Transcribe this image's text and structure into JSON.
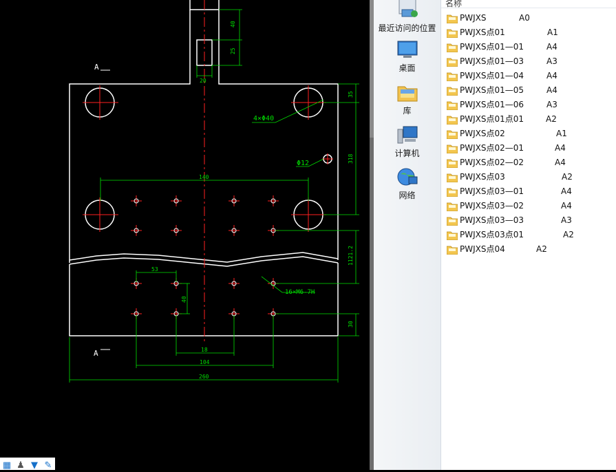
{
  "cad": {
    "section_label_top": "A",
    "section_label_bottom": "A",
    "dims": {
      "d40": "40",
      "d25": "25",
      "d20": "20",
      "d35": "35",
      "d140": "140",
      "d318": "318",
      "d1121": "1121.2",
      "d53": "53",
      "d40b": "40",
      "d18": "18",
      "d104": "104",
      "d30": "30",
      "d260": "260"
    },
    "annotations": {
      "holes_4": "4×Φ40",
      "hole_12": "Φ12",
      "tapped": "16×M6-7H"
    },
    "colors": {
      "outline": "#ffffff",
      "center": "#ff2020",
      "dimension": "#00e000"
    }
  },
  "nav": {
    "items": [
      {
        "label": "最近访问的位置",
        "icon": "recent-places-icon"
      },
      {
        "label": "桌面",
        "icon": "desktop-icon"
      },
      {
        "label": "库",
        "icon": "library-icon"
      },
      {
        "label": "计算机",
        "icon": "computer-icon"
      },
      {
        "label": "网络",
        "icon": "network-icon"
      }
    ]
  },
  "files": {
    "header": "名称",
    "rows": [
      {
        "name": "PWJXS",
        "size": "A0"
      },
      {
        "name": "PWJXS点01",
        "size": "A1"
      },
      {
        "name": "PWJXS点01—01",
        "size": "A4"
      },
      {
        "name": "PWJXS点01—03",
        "size": "A3"
      },
      {
        "name": "PWJXS点01—04",
        "size": "A4"
      },
      {
        "name": "PWJXS点01—05",
        "size": "A4"
      },
      {
        "name": "PWJXS点01—06",
        "size": "A3"
      },
      {
        "name": "PWJXS点01点01",
        "size": "A2"
      },
      {
        "name": "PWJXS点02",
        "size": "A1"
      },
      {
        "name": "PWJXS点02—01",
        "size": "A4"
      },
      {
        "name": "PWJXS点02—02",
        "size": "A4"
      },
      {
        "name": "PWJXS点03",
        "size": "A2"
      },
      {
        "name": "PWJXS点03—01",
        "size": "A4"
      },
      {
        "name": "PWJXS点03—02",
        "size": "A4"
      },
      {
        "name": "PWJXS点03—03",
        "size": "A3"
      },
      {
        "name": "PWJXS点03点01",
        "size": "A2"
      },
      {
        "name": "PWJXS点04",
        "size": "A2"
      }
    ]
  },
  "taskbar": {
    "icons": [
      "grid-icon",
      "person-icon",
      "shirt-icon",
      "wrench-icon"
    ]
  }
}
